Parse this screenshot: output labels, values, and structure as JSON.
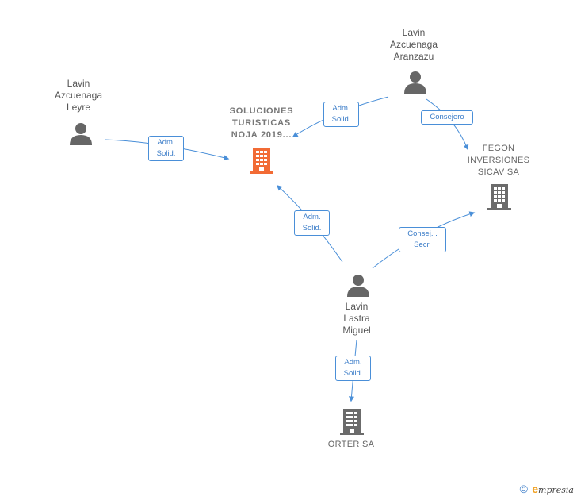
{
  "nodes": {
    "leyre": {
      "lines": [
        "Lavin",
        "Azcuenaga",
        "Leyre"
      ]
    },
    "aranzazu": {
      "lines": [
        "Lavin",
        "Azcuenaga",
        "Aranzazu"
      ]
    },
    "miguel": {
      "lines": [
        "Lavin",
        "Lastra",
        "Miguel"
      ]
    },
    "soluciones": {
      "lines": [
        "SOLUCIONES",
        "TURISTICAS",
        "NOJA 2019..."
      ]
    },
    "fegon": {
      "lines": [
        "FEGON",
        "INVERSIONES",
        "SICAV SA"
      ]
    },
    "orter": {
      "lines": [
        "ORTER SA"
      ]
    }
  },
  "edges": {
    "leyre_soluciones": [
      "Adm.",
      "Solid."
    ],
    "aranzazu_soluciones": [
      "Adm.",
      "Solid."
    ],
    "aranzazu_fegon": [
      "Consejero"
    ],
    "miguel_soluciones": [
      "Adm.",
      "Solid."
    ],
    "miguel_fegon": [
      "Consej. .",
      "Secr."
    ],
    "miguel_orter": [
      "Adm.",
      "Solid."
    ]
  },
  "colors": {
    "edge": "#4a8fd8",
    "person": "#666666",
    "company": "#6b6b6b",
    "main_company": "#f26b35"
  },
  "footer": {
    "copyright": "©",
    "brand_initial": "e",
    "brand_rest": "mpresia"
  }
}
